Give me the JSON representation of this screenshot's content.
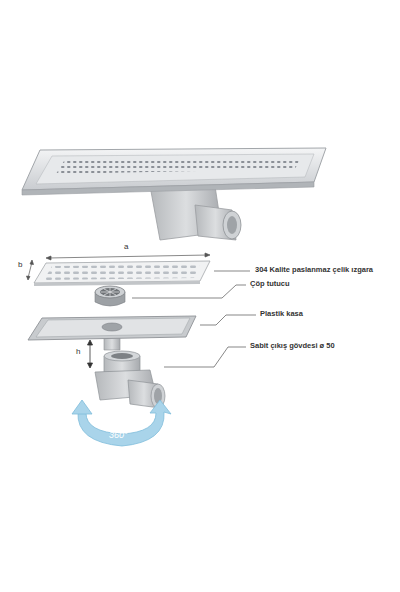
{
  "diagram": {
    "labels": [
      "a",
      "b",
      "304 Kalite paslanmaz çelik ızgara",
      "Çöp tutucu",
      "Plastik kasa",
      "Sabit çıkış gövdesi ø 50",
      "h",
      "360°"
    ]
  }
}
